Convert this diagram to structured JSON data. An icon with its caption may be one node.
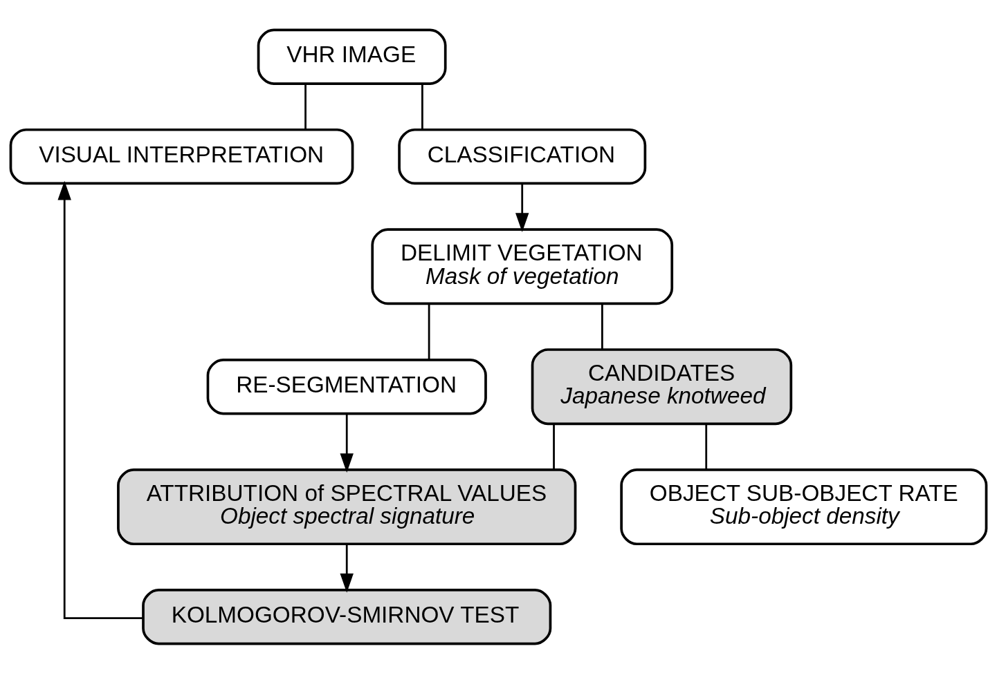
{
  "diagram": {
    "nodes": [
      {
        "text": [
          "VHR IMAGE"
        ]
      },
      {
        "text": [
          "VISUAL INTERPRETATION"
        ]
      },
      {
        "text": [
          "CLASSIFICATION"
        ]
      },
      {
        "text": [
          "DELIMIT VEGETATION",
          "Mask of vegetation"
        ]
      },
      {
        "text": [
          "RE-SEGMENTATION"
        ]
      },
      {
        "text": [
          "CANDIDATES",
          "Japanese knotweed"
        ]
      },
      {
        "text": [
          "ATTRIBUTION of SPECTRAL VALUES",
          "Object spectral signature"
        ]
      },
      {
        "text": [
          "OBJECT SUB-OBJECT RATE",
          "Sub-object density"
        ]
      },
      {
        "text": [
          "KOLMOGOROV-SMIRNOV TEST"
        ]
      }
    ],
    "edges": [
      {
        "from": 0,
        "to": 1,
        "arrow": "none"
      },
      {
        "from": 0,
        "to": 2,
        "arrow": "none"
      },
      {
        "from": 2,
        "to": 3,
        "arrow": "to"
      },
      {
        "from": 3,
        "to": 4,
        "arrow": "none"
      },
      {
        "from": 3,
        "to": 5,
        "arrow": "none"
      },
      {
        "from": 4,
        "to": 6,
        "arrow": "to"
      },
      {
        "from": 5,
        "to": 6,
        "arrow": "none"
      },
      {
        "from": 5,
        "to": 7,
        "arrow": "none"
      },
      {
        "from": 6,
        "to": 8,
        "arrow": "to"
      },
      {
        "from": 8,
        "to": 1,
        "arrow": "to"
      }
    ]
  }
}
